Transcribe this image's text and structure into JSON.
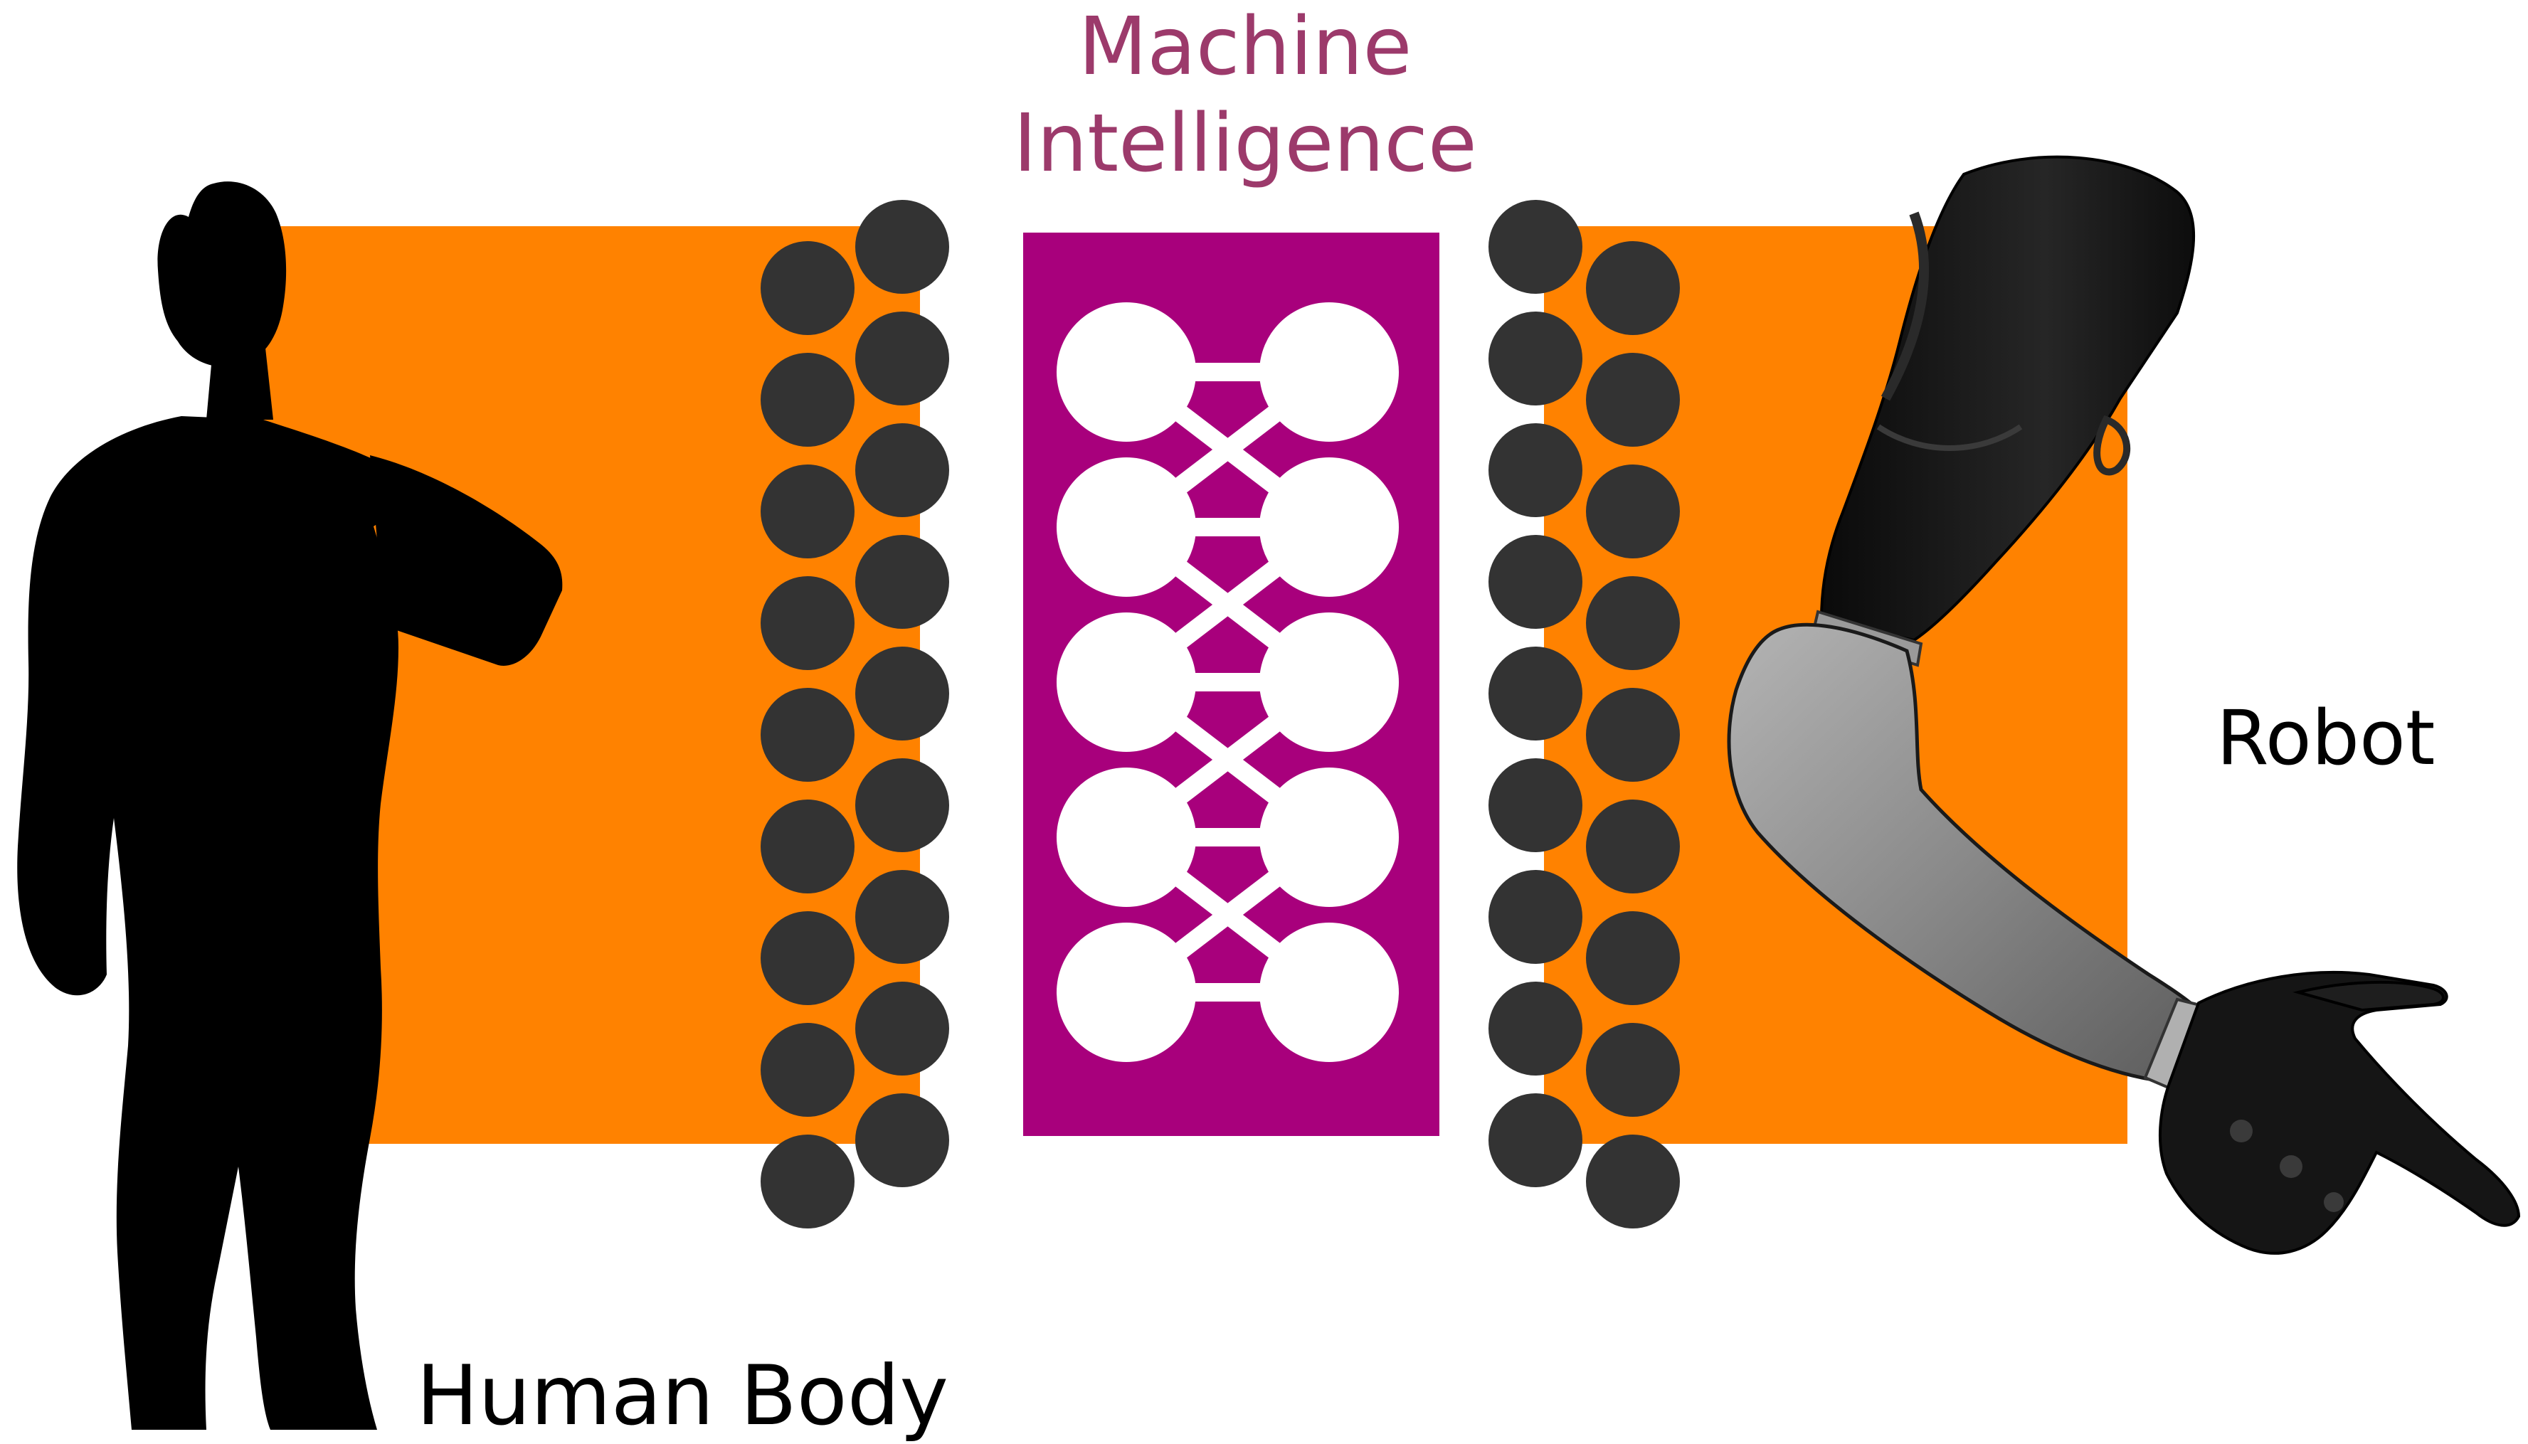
{
  "title": {
    "line1": "Machine",
    "line2": "Intelligence"
  },
  "labels": {
    "human": "Human Body",
    "robot": "Robot"
  },
  "colors": {
    "band": "#ff8200",
    "network_panel": "#a8007c",
    "layer_nodes": "#333333",
    "network_nodes": "#ffffff",
    "title": "#9c3a6b",
    "silhouette": "#000000",
    "robot_dark": "#151515",
    "robot_grey": "#8a8a8a"
  },
  "icons": {
    "human": "human-silhouette-icon",
    "robot": "robotic-arm-icon",
    "network": "neural-network-icon"
  }
}
